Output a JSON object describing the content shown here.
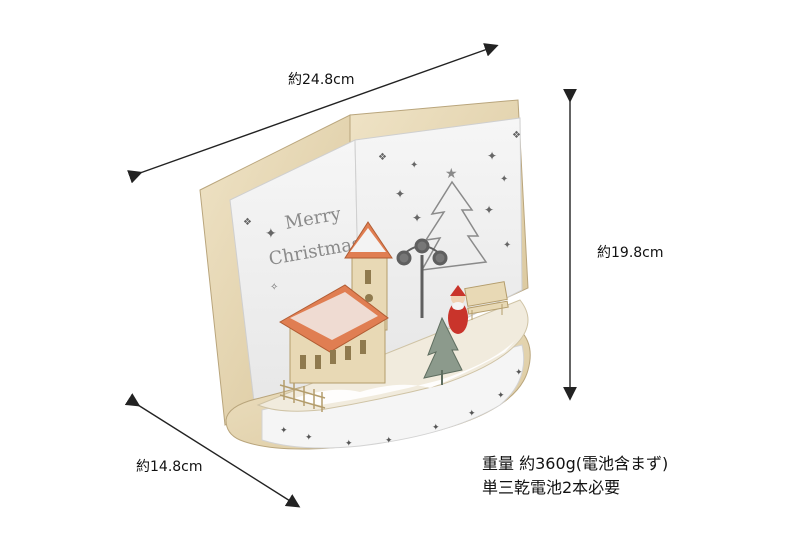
{
  "dimensions": {
    "width": "約24.8cm",
    "height": "約19.8cm",
    "depth": "約14.8cm"
  },
  "specs": {
    "weight": "重量 約360g(電池含まず)",
    "battery": "単三乾電池2本必要"
  },
  "product_art": {
    "cutout_text_line1": "Merry",
    "cutout_text_line2": "Christmas"
  },
  "colors": {
    "wood": "#e6d7b4",
    "panel": "#f4f4f4",
    "roof": "#d88a5c",
    "arrow": "#222222"
  }
}
